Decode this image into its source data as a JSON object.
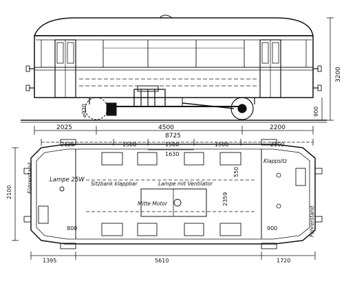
{
  "side_view": {
    "dims": {
      "d2025": "2025",
      "d4500": "4500",
      "d8725": "8725",
      "d2200": "2200",
      "d3200": "3200",
      "d900": "900",
      "d920": "⌀920"
    }
  },
  "plan_view": {
    "dims": {
      "d2125": "2125",
      "d1500a": "1500",
      "d1500b": "1500",
      "d1500c": "1500",
      "d1630": "1630",
      "d2100top": "2100",
      "d2100left": "2100",
      "d1395": "1395",
      "d5610": "5610",
      "d1720": "1720",
      "d800": "800",
      "d900": "900",
      "d2359": "2359",
      "d550": "550"
    },
    "labels": {
      "lampe": "Lampe 25W",
      "sitzbank": "Sitzbank klappbar",
      "lampe_vent": "Lampe mit Ventilator",
      "mitte_motor": "Mitte Motor",
      "klappsitz": "Klappsitz",
      "fuehrerstand_left": "Führerstand",
      "fuehrerstand_right": "Führerstand"
    }
  }
}
